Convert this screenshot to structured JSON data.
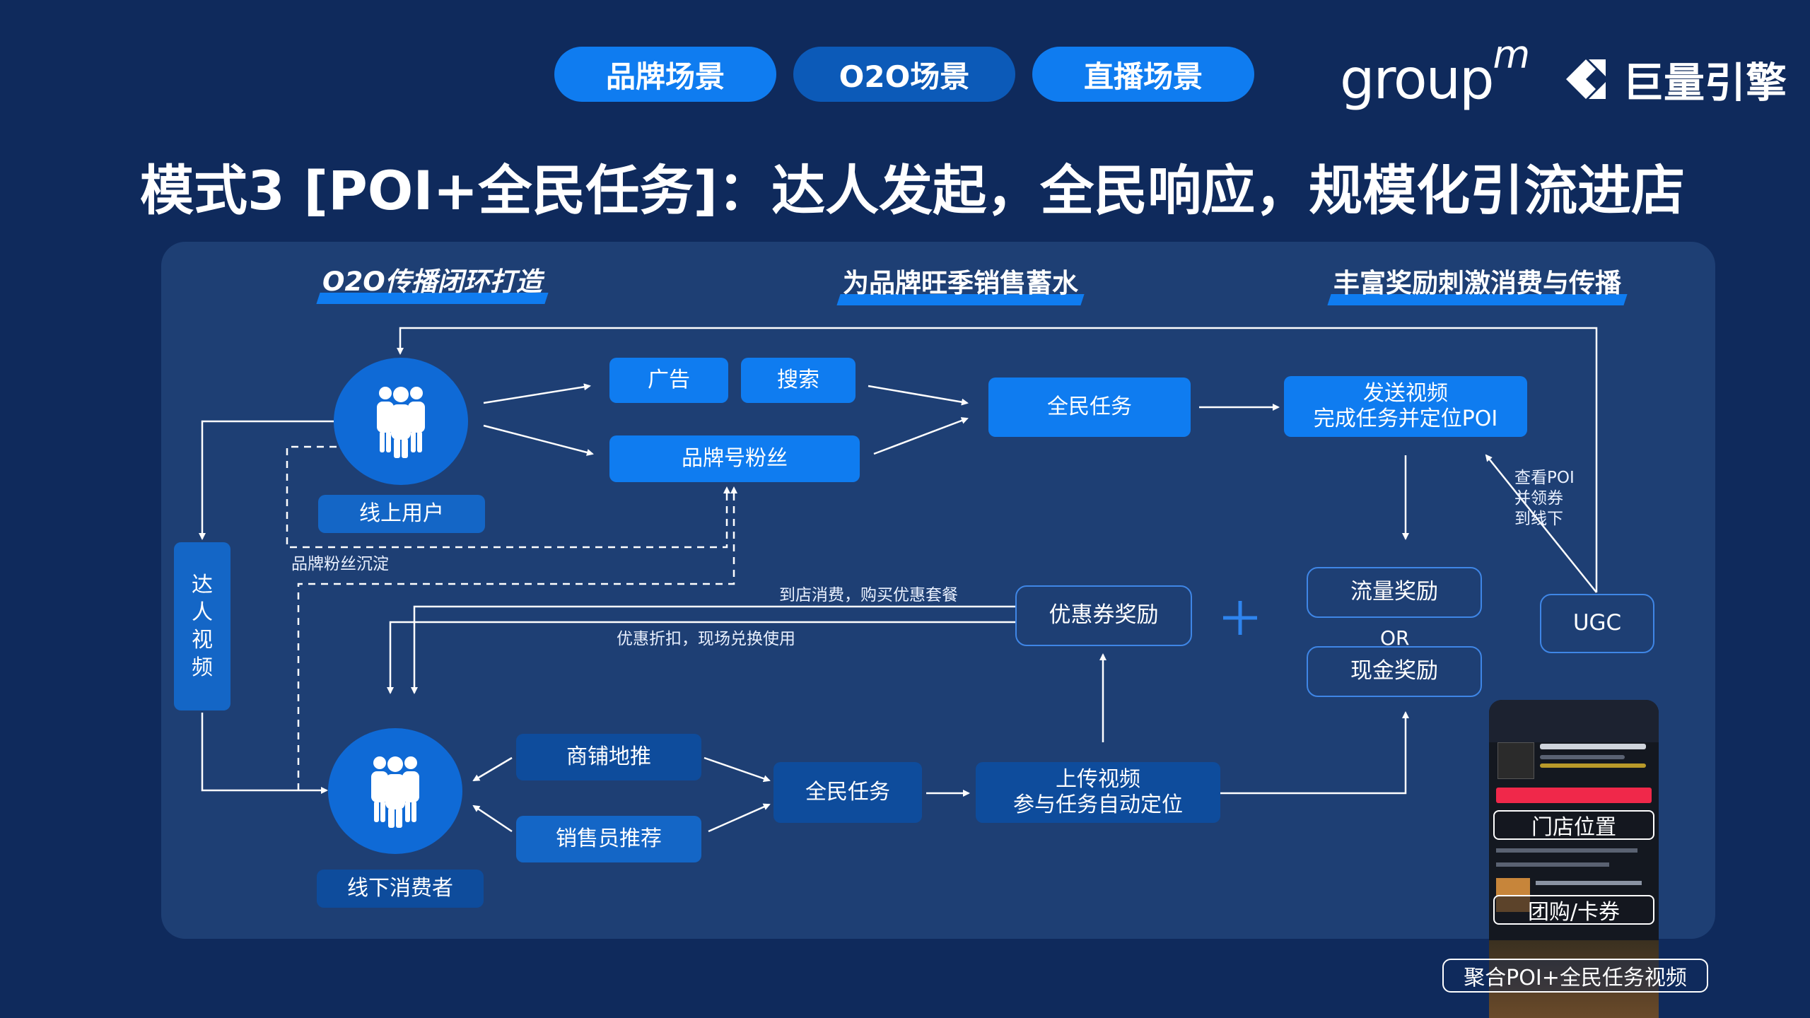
{
  "tabs": [
    {
      "label": "品牌场景",
      "active": true
    },
    {
      "label": "O2O场景",
      "active": false
    },
    {
      "label": "直播场景",
      "active": true
    }
  ],
  "logos": {
    "groupm": "group",
    "groupm_sup": "m",
    "juliang": "巨量引擎"
  },
  "title": "模式3 [POI+全民任务]：达人发起，全民响应，规模化引流进店",
  "sections": {
    "left": "O2O传播闭环打造",
    "middle": "为品牌旺季销售蓄水",
    "right": "丰富奖励刺激消费与传播"
  },
  "nodes": {
    "online_user": "线上用户",
    "ad": "广告",
    "search": "搜索",
    "brand_fans": "品牌号粉丝",
    "task_top": "全民任务",
    "send_video_1": "发送视频",
    "send_video_2": "完成任务并定位POI",
    "talent_video": [
      "达",
      "人",
      "视",
      "频"
    ],
    "fans_label": "品牌粉丝沉淀",
    "coupon_reward": "优惠券奖励",
    "traffic_reward": "流量奖励",
    "or": "OR",
    "cash_reward": "现金奖励",
    "ugc": "UGC",
    "view_poi": [
      "查看POI",
      "并领券",
      "到线下"
    ],
    "visit_label": "到店消费，购买优惠套餐",
    "discount_label": "优惠折扣，现场兑换使用",
    "offline_consumer": "线下消费者",
    "store_push": "商铺地推",
    "sales_push": "销售员推荐",
    "task_bottom": "全民任务",
    "upload_1": "上传视频",
    "upload_2": "参与任务自动定位"
  },
  "phone": {
    "store_location": "门店位置",
    "group_buy": "团购/卡券",
    "caption": "聚合POI+全民任务视频"
  },
  "colors": {
    "background": "#0f2a5c",
    "panel": "#1e3f74",
    "accent": "#0f7cf0"
  }
}
